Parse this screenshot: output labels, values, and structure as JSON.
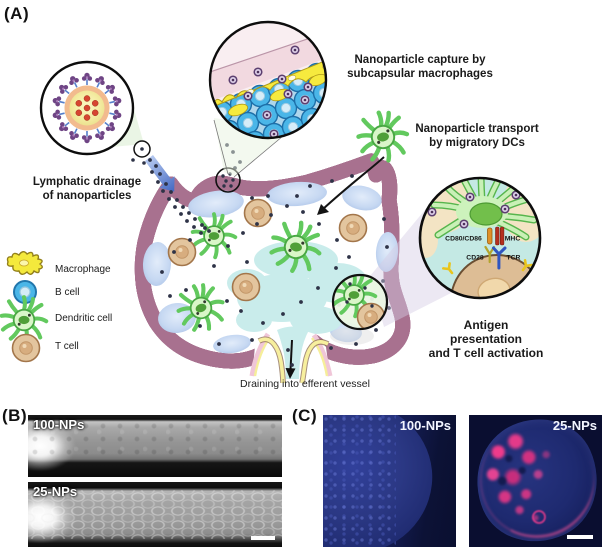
{
  "figure": {
    "panelA": {
      "tag": "(A)",
      "annotations": {
        "capture": "Nanoparticle capture by\nsubcapsular macrophages",
        "transport": "Nanoparticle transport\nby migratory DCs",
        "drainage": "Lymphatic drainage\nof nanoparticles",
        "antigen": "Antigen presentation\nand T cell activation",
        "draining": "Draining into efferent vessel"
      },
      "receptors": {
        "costim": "CD80/CD86",
        "mhc": "MHC",
        "cd28": "CD28",
        "tcr": "TCR"
      },
      "legend": {
        "items": [
          {
            "icon": "macrophage-icon",
            "label": "Macrophage"
          },
          {
            "icon": "b-cell-icon",
            "label": "B cell"
          },
          {
            "icon": "dendritic-cell-icon",
            "label": "Dendritic cell"
          },
          {
            "icon": "t-cell-icon",
            "label": "T cell"
          }
        ]
      }
    },
    "panelB": {
      "tag": "(B)",
      "images": [
        {
          "label": "100-NPs"
        },
        {
          "label": "25-NPs"
        }
      ]
    },
    "panelC": {
      "tag": "(C)",
      "images": [
        {
          "label": "100-NPs"
        },
        {
          "label": "25-NPs"
        }
      ]
    },
    "colors": {
      "macrophage_yellow": "#f4e93c",
      "b_cell_blue": "#4ab6e8",
      "dendritic_cell_green": "#8ee08a",
      "t_cell_tan": "#e3c59e",
      "capsule_pink": "#f4cadb",
      "capsule_yellow": "#f5ee9b",
      "node_interior_cream": "#f2e5c9",
      "sinus_cyan": "#c9eceb",
      "follicle_blue": "#bed3ee",
      "nanoparticle_dark": "#2e3347",
      "drainage_arrow_blue": "#4a6fc4",
      "fluorescence_blue": "#2b3884",
      "fluorescence_magenta": "#f0388a"
    }
  }
}
